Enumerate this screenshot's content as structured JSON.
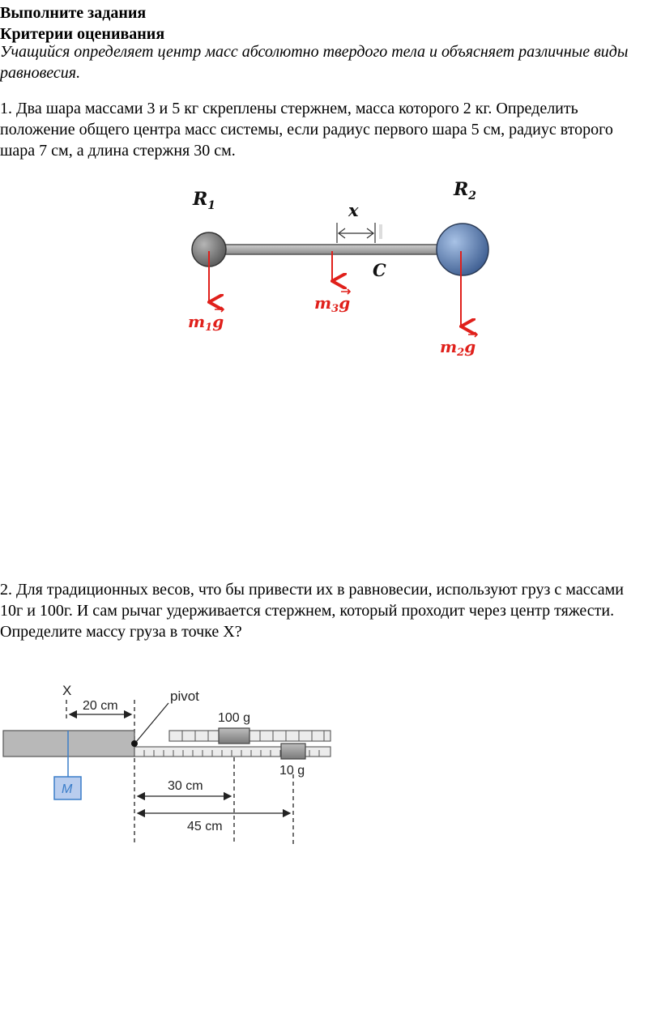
{
  "header": {
    "title": "Выполните задания",
    "criteria": "Критерии оценивания",
    "objective": "Учащийся определяет центр масс абсолютно твердого тела и объясняет различные виды равновесия."
  },
  "task1": {
    "text_lines": [
      "1. Два шара массами 3 и 5 кг скреплены стержнем, масса которого 2 кг. Определить",
      "положение общего центра масс системы, если радиус первого шара 5 см, радиус второго",
      "шара 7 см, а длина стержня 30 см."
    ],
    "figure": {
      "r1": "R",
      "r1_sub": "1",
      "r2": "R",
      "r2_sub": "2",
      "x": "x",
      "c": "C",
      "m1": "m",
      "m1_sub": "1",
      "m3": "m",
      "m3_sub": "3",
      "m2": "m",
      "m2_sub": "2",
      "g": "g",
      "colors": {
        "force": "#e0201b",
        "ball1": "#6e6e6e",
        "ball2": "#5a7fb5",
        "rod": "#9a9a9a"
      }
    }
  },
  "task2": {
    "text_lines": [
      "2. Для традиционных весов, что бы привести их в равновесии, используют груз с массами",
      "10г и 100г. И сам рычаг удерживается стержнем, который проходит через центр тяжести.",
      "Определите массу груза в точке Х?"
    ],
    "figure": {
      "x_label": "X",
      "dist_20": "20 cm",
      "pivot": "pivot",
      "w100": "100 g",
      "w10": "10 g",
      "mass": "M",
      "dist_30": "30 cm",
      "dist_45": "45 cm",
      "colors": {
        "beam": "#b8b8b8",
        "mass_box": "#b9cdee",
        "mass_border": "#3a7dc9"
      }
    }
  }
}
